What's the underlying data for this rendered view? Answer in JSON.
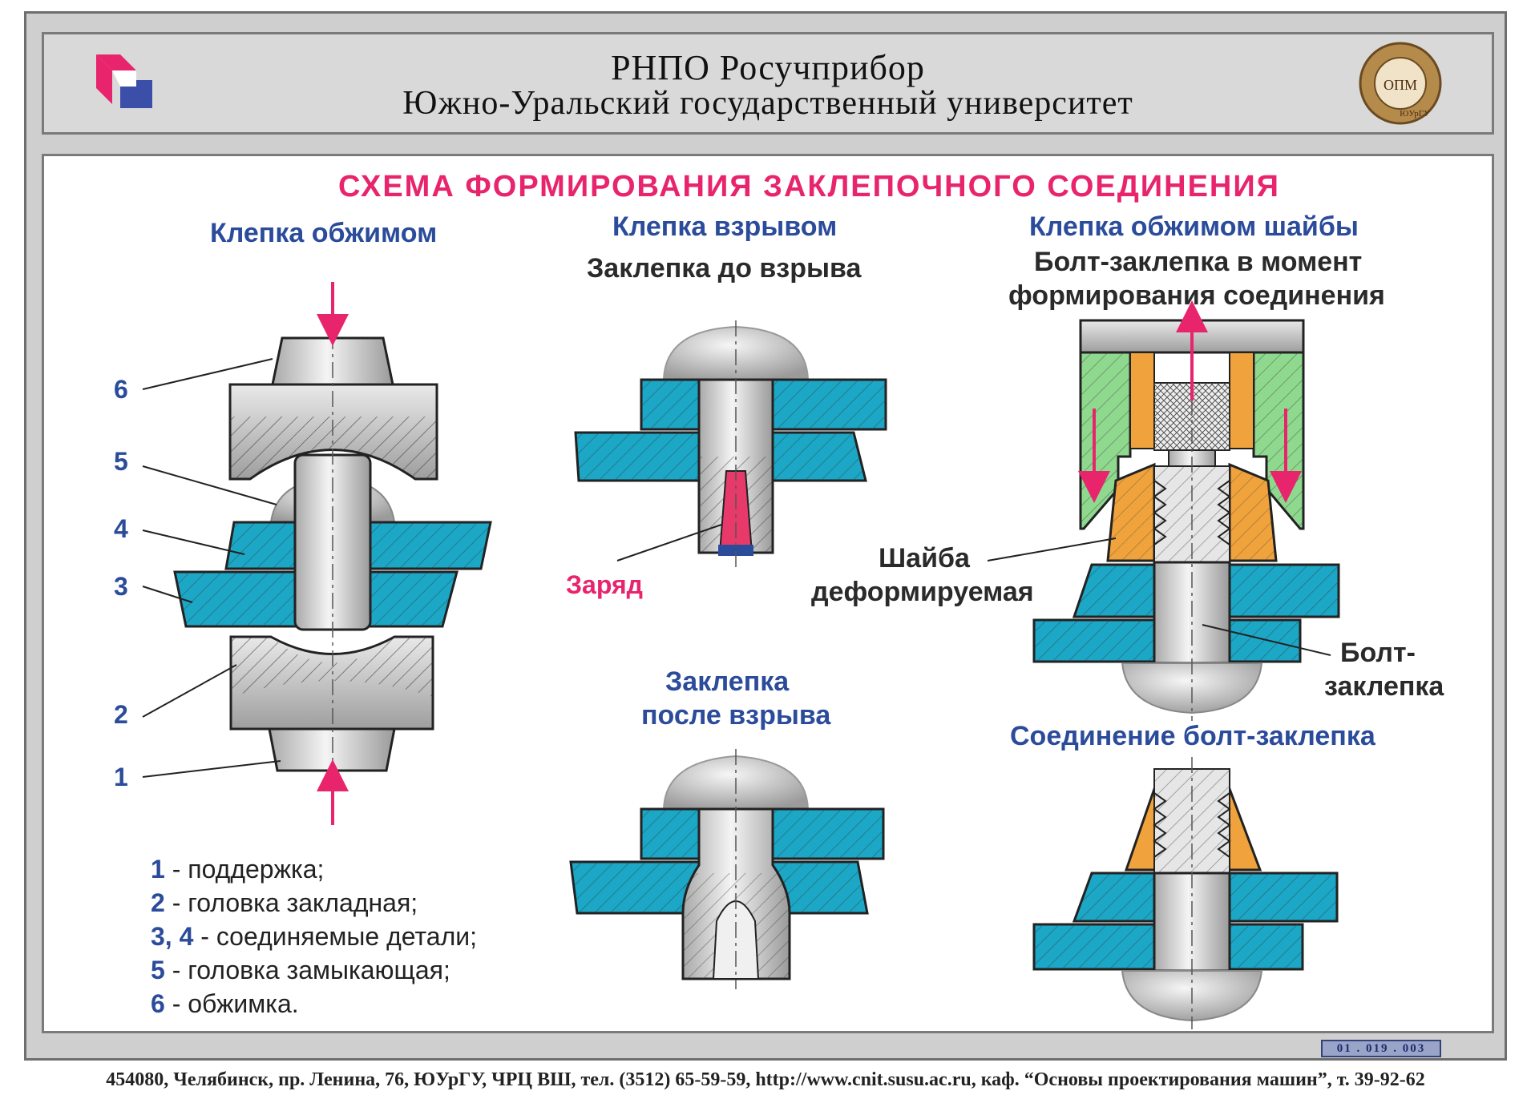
{
  "header": {
    "line1": "РНПО  Росучприбор",
    "line2": "Южно-Уральский государственный университет",
    "emblem_text": "ОПМ",
    "emblem_sub": "ЮУрГУ"
  },
  "title": "СХЕМА  ФОРМИРОВАНИЯ  ЗАКЛЕПОЧНОГО  СОЕДИНЕНИЯ",
  "left": {
    "heading": "Клепка обжимом",
    "labels": [
      "6",
      "5",
      "4",
      "3",
      "2",
      "1"
    ]
  },
  "middle": {
    "heading": "Клепка взрывом",
    "before": "Заклепка до взрыва",
    "charge": "Заряд",
    "after_line1": "Заклепка",
    "after_line2": "после взрыва"
  },
  "right": {
    "heading": "Клепка обжимом шайбы",
    "sub_line1": "Болт-заклепка в момент",
    "sub_line2": "формирования соединения",
    "washer_line1": "Шайба",
    "washer_line2": "деформируемая",
    "bolt_line1": "Болт-",
    "bolt_line2": "заклепка",
    "joint": "Соединение болт-заклепка"
  },
  "legend": [
    {
      "num": "1",
      "text": " - поддержка;"
    },
    {
      "num": "2",
      "text": " - головка закладная;"
    },
    {
      "num": "3, 4",
      "text": " - соединяемые детали;"
    },
    {
      "num": "5",
      "text": " - головка замыкающая;"
    },
    {
      "num": "6",
      "text": " - обжимка."
    }
  ],
  "code": "01 . 019 . 003",
  "footer": "454080, Челябинск, пр. Ленина, 76, ЮУрГУ, ЧРЦ ВШ, тел. (3512) 65-59-59, http://www.cnit.susu.ac.ru, каф. “Основы проектирования машин”, т. 39-92-62",
  "colors": {
    "plate": "#1ba7c5",
    "washer": "#f0a33c",
    "die": "#8fd98f",
    "charge": "#e83a6a",
    "accent": "#e8246d",
    "heading": "#2b4b9b"
  }
}
